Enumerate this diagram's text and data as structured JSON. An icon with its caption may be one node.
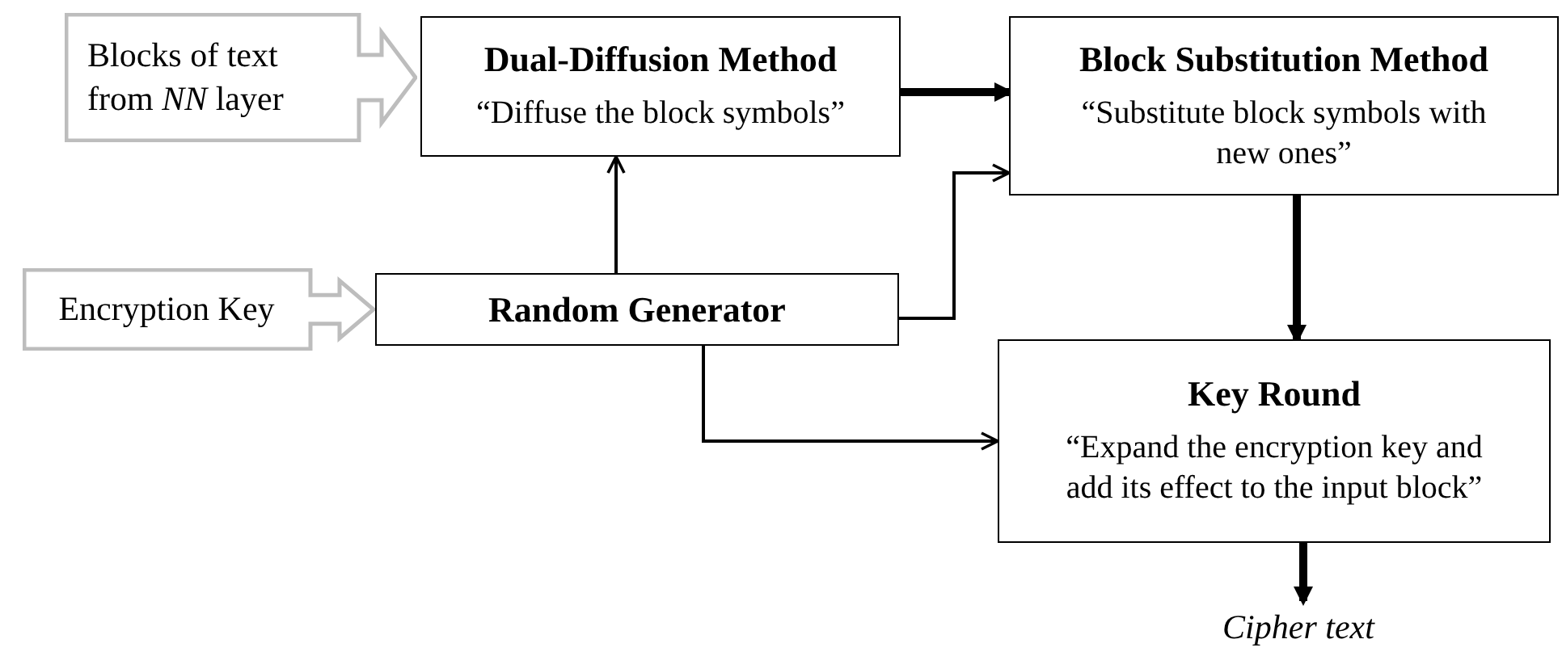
{
  "diagram": {
    "nodes": [
      {
        "text": [
          "Blocks of text from *NN* layer"
        ]
      },
      {
        "text": [
          "Dual-Diffusion Method",
          "“Diffuse the block symbols”"
        ]
      },
      {
        "text": [
          "Block Substitution Method",
          "“Substitute block symbols with new ones”"
        ]
      },
      {
        "text": [
          "Encryption Key"
        ]
      },
      {
        "text": [
          "Random Generator"
        ]
      },
      {
        "text": [
          "Key Round",
          "“Expand the encryption key and add its effect to the input block”"
        ]
      },
      {
        "text": [
          "Cipher text"
        ]
      }
    ],
    "edges": [
      {
        "from": 1,
        "to": 2,
        "arrow": "to",
        "style": "thick"
      },
      {
        "from": 2,
        "to": 5,
        "arrow": "to",
        "style": "thick"
      },
      {
        "from": 5,
        "to": 6,
        "arrow": "to",
        "style": "thick"
      },
      {
        "from": 4,
        "to": 1,
        "arrow": "to"
      },
      {
        "from": 4,
        "to": 2,
        "arrow": "to"
      },
      {
        "from": 4,
        "to": 5,
        "arrow": "to"
      }
    ]
  }
}
